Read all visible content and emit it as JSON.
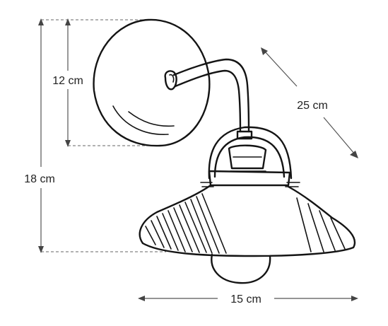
{
  "dimensions": {
    "height_total": "18 cm",
    "height_plate": "12 cm",
    "arm_length": "25 cm",
    "shade_width": "15 cm"
  },
  "colors": {
    "ink": "#141414",
    "dimension_line": "#555555",
    "background": "#ffffff"
  }
}
